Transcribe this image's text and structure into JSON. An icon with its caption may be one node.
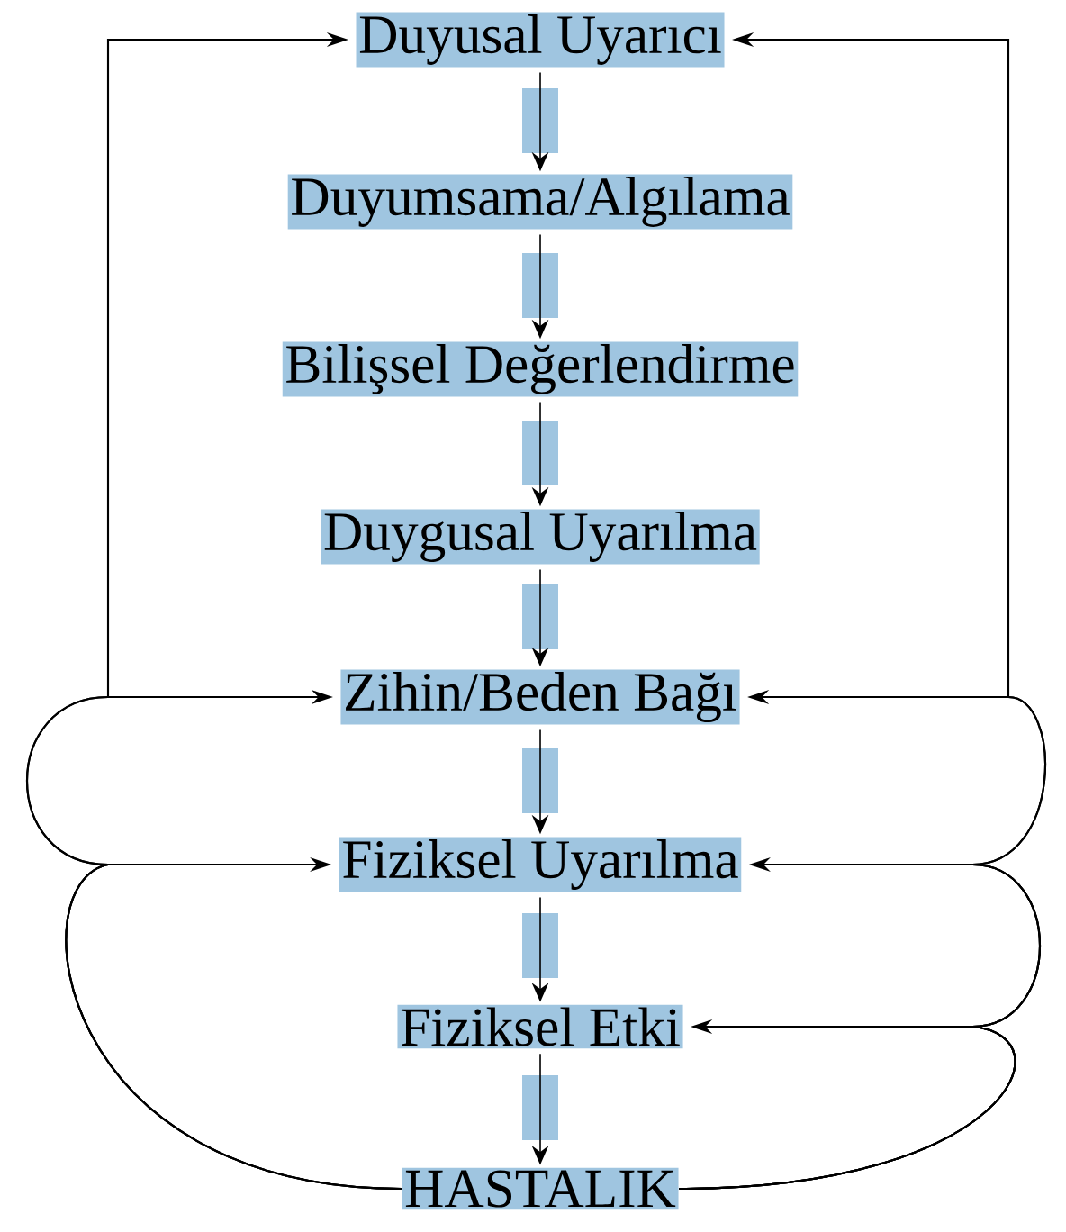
{
  "diagram": {
    "nodes": [
      {
        "text": [
          "Duyusal Uyarıcı"
        ]
      },
      {
        "text": [
          "Duyumsama/Algılama"
        ]
      },
      {
        "text": [
          "Bilişsel Değerlendirme"
        ]
      },
      {
        "text": [
          "Duygusal Uyarılma"
        ]
      },
      {
        "text": [
          "Zihin/Beden Bağı"
        ]
      },
      {
        "text": [
          "Fiziksel Uyarılma"
        ]
      },
      {
        "text": [
          "Fiziksel Etki"
        ]
      },
      {
        "text": [
          "HASTALIK"
        ]
      }
    ],
    "edges": [
      {
        "from": 0,
        "to": 1,
        "arrow": "to"
      },
      {
        "from": 1,
        "to": 2,
        "arrow": "to"
      },
      {
        "from": 2,
        "to": 3,
        "arrow": "to"
      },
      {
        "from": 3,
        "to": 4,
        "arrow": "to"
      },
      {
        "from": 4,
        "to": 5,
        "arrow": "to"
      },
      {
        "from": 5,
        "to": 6,
        "arrow": "to"
      },
      {
        "from": 6,
        "to": 7,
        "arrow": "to"
      },
      {
        "from": 7,
        "to": 5,
        "arrow": "to"
      },
      {
        "from": 7,
        "to": 4,
        "arrow": "to"
      },
      {
        "from": 7,
        "to": 0,
        "arrow": "to"
      },
      {
        "from": 7,
        "to": 6,
        "arrow": "to"
      },
      {
        "from": 7,
        "to": 5,
        "arrow": "to"
      },
      {
        "from": 7,
        "to": 4,
        "arrow": "to"
      },
      {
        "from": 7,
        "to": 0,
        "arrow": "to"
      }
    ]
  }
}
